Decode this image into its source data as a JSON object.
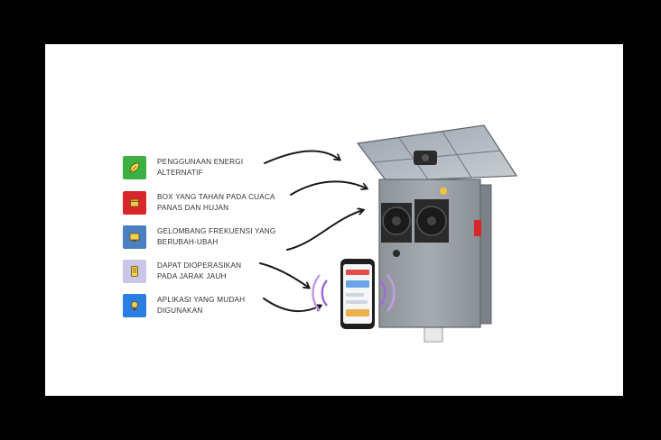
{
  "features": [
    {
      "line1": "PENGGUNAAN ENERGI",
      "line2": "ALTERNATIF",
      "icon": "leaf-icon",
      "color": "#3cb043"
    },
    {
      "line1": "BOX YANG TAHAN PADA CUACA",
      "line2": "PANAS DAN HUJAN",
      "icon": "box-icon",
      "color": "#d9262a"
    },
    {
      "line1": "GELOMBANG FREKUENSI YANG",
      "line2": "BERUBAH-UBAH",
      "icon": "wave-icon",
      "color": "#4a7fc1"
    },
    {
      "line1": "DAPAT DIOPERASIKAN",
      "line2": "PADA JARAK JAUH",
      "icon": "remote-icon",
      "color": "#c9c6e8"
    },
    {
      "line1": "APLIKASI YANG MUDAH",
      "line2": "DIGUNAKAN",
      "icon": "bulb-icon",
      "color": "#2a7de1"
    }
  ]
}
